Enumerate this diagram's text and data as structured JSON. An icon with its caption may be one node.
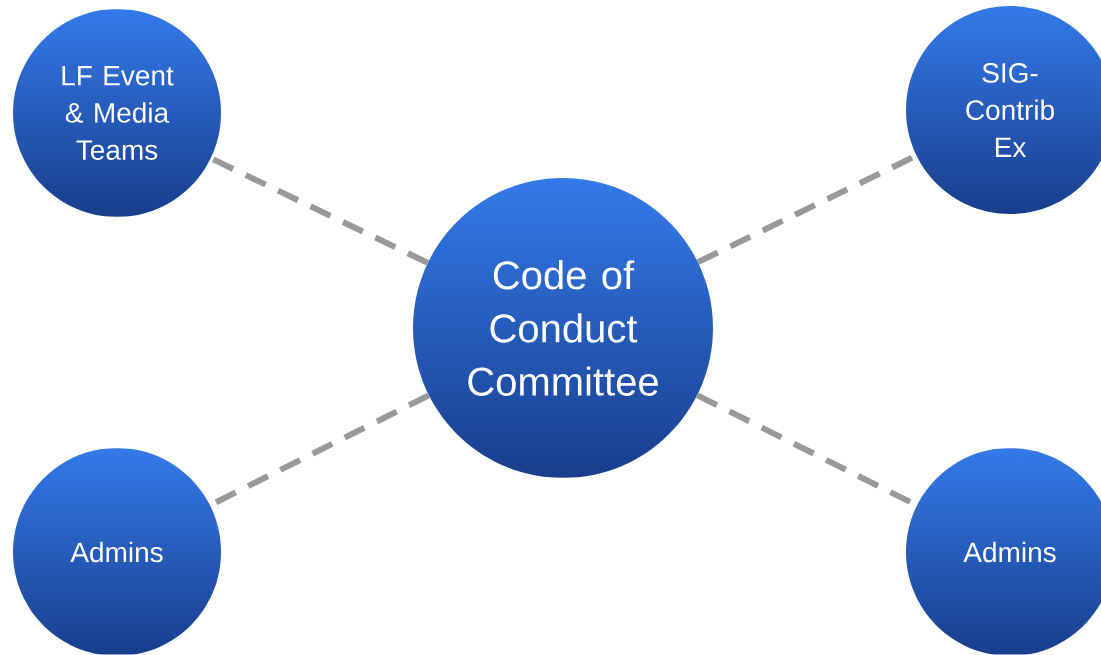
{
  "diagram": {
    "nodes": [
      {
        "text": [
          "LF Event & Media Teams"
        ]
      },
      {
        "text": [
          "SIG-Contrib Ex"
        ]
      },
      {
        "text": [
          "Code of Conduct Committee"
        ]
      },
      {
        "text": [
          "Admins"
        ]
      },
      {
        "text": [
          "Admins"
        ]
      }
    ],
    "edges": [
      {
        "from": 2,
        "to": 0,
        "arrow": "none",
        "style": "dashed"
      },
      {
        "from": 2,
        "to": 1,
        "arrow": "none",
        "style": "dashed"
      },
      {
        "from": 2,
        "to": 3,
        "arrow": "none",
        "style": "dashed"
      },
      {
        "from": 2,
        "to": 4,
        "arrow": "none",
        "style": "dashed"
      }
    ]
  }
}
